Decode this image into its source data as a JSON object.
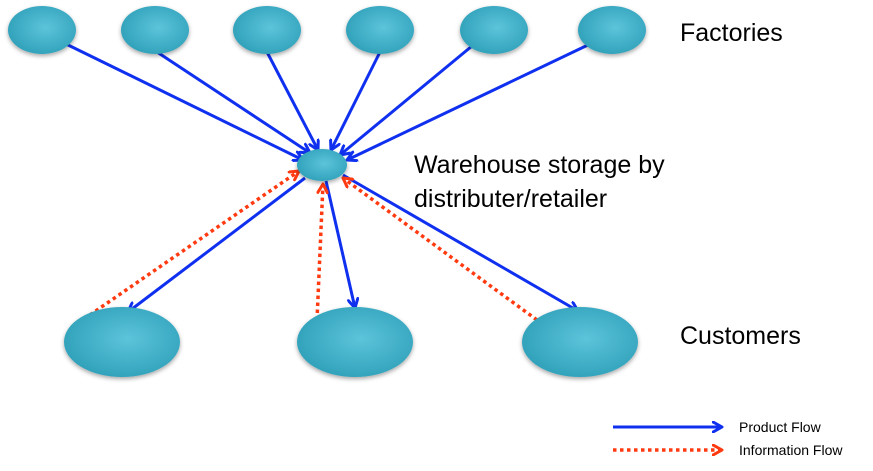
{
  "labels": {
    "factories": "Factories",
    "warehouse_line1": "Warehouse storage by",
    "warehouse_line2": "distributer/retailer",
    "customers": "Customers"
  },
  "legend": {
    "product_flow": "Product Flow",
    "information_flow": "Information Flow"
  },
  "colors": {
    "node_fill": "#3fb0c9",
    "node_highlight": "#5cc4db",
    "product_flow": "#1030f0",
    "information_flow": "#ff3a10"
  },
  "nodes": {
    "factories": [
      "factory-1",
      "factory-2",
      "factory-3",
      "factory-4",
      "factory-5",
      "factory-6"
    ],
    "warehouse": "warehouse",
    "customers": [
      "customer-1",
      "customer-2",
      "customer-3"
    ]
  }
}
